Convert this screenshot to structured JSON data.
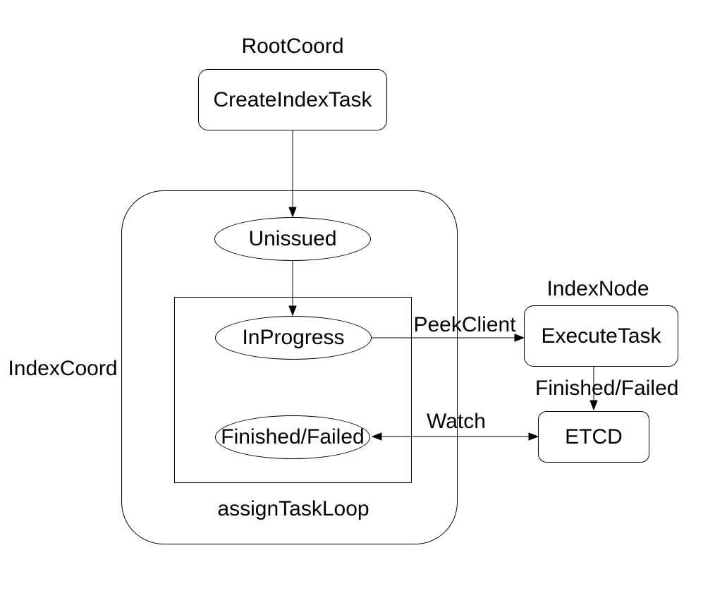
{
  "diagram": {
    "groups": {
      "root_coord": {
        "label": "RootCoord"
      },
      "index_coord": {
        "label": "IndexCoord"
      },
      "assign_task_loop": {
        "label": "assignTaskLoop"
      },
      "index_node": {
        "label": "IndexNode"
      }
    },
    "nodes": {
      "create_index_task": {
        "label": "CreateIndexTask",
        "shape": "rounded-rect"
      },
      "unissued": {
        "label": "Unissued",
        "shape": "ellipse"
      },
      "in_progress": {
        "label": "InProgress",
        "shape": "ellipse"
      },
      "finished_failed": {
        "label": "Finished/Failed",
        "shape": "ellipse"
      },
      "execute_task": {
        "label": "ExecuteTask",
        "shape": "rounded-rect"
      },
      "etcd": {
        "label": "ETCD",
        "shape": "rounded-rect"
      }
    },
    "edges": [
      {
        "from": "create_index_task",
        "to": "unissued",
        "label": "",
        "direction": "down"
      },
      {
        "from": "unissued",
        "to": "in_progress",
        "label": "",
        "direction": "down"
      },
      {
        "from": "in_progress",
        "to": "execute_task",
        "label": "PeekClient",
        "direction": "right"
      },
      {
        "from": "execute_task",
        "to": "etcd",
        "label": "Finished/Failed",
        "direction": "down"
      },
      {
        "from": "finished_failed",
        "to": "etcd",
        "label": "Watch",
        "direction": "both"
      }
    ],
    "colors": {
      "stroke": "#000000",
      "text": "#000000",
      "background": "#ffffff"
    }
  }
}
